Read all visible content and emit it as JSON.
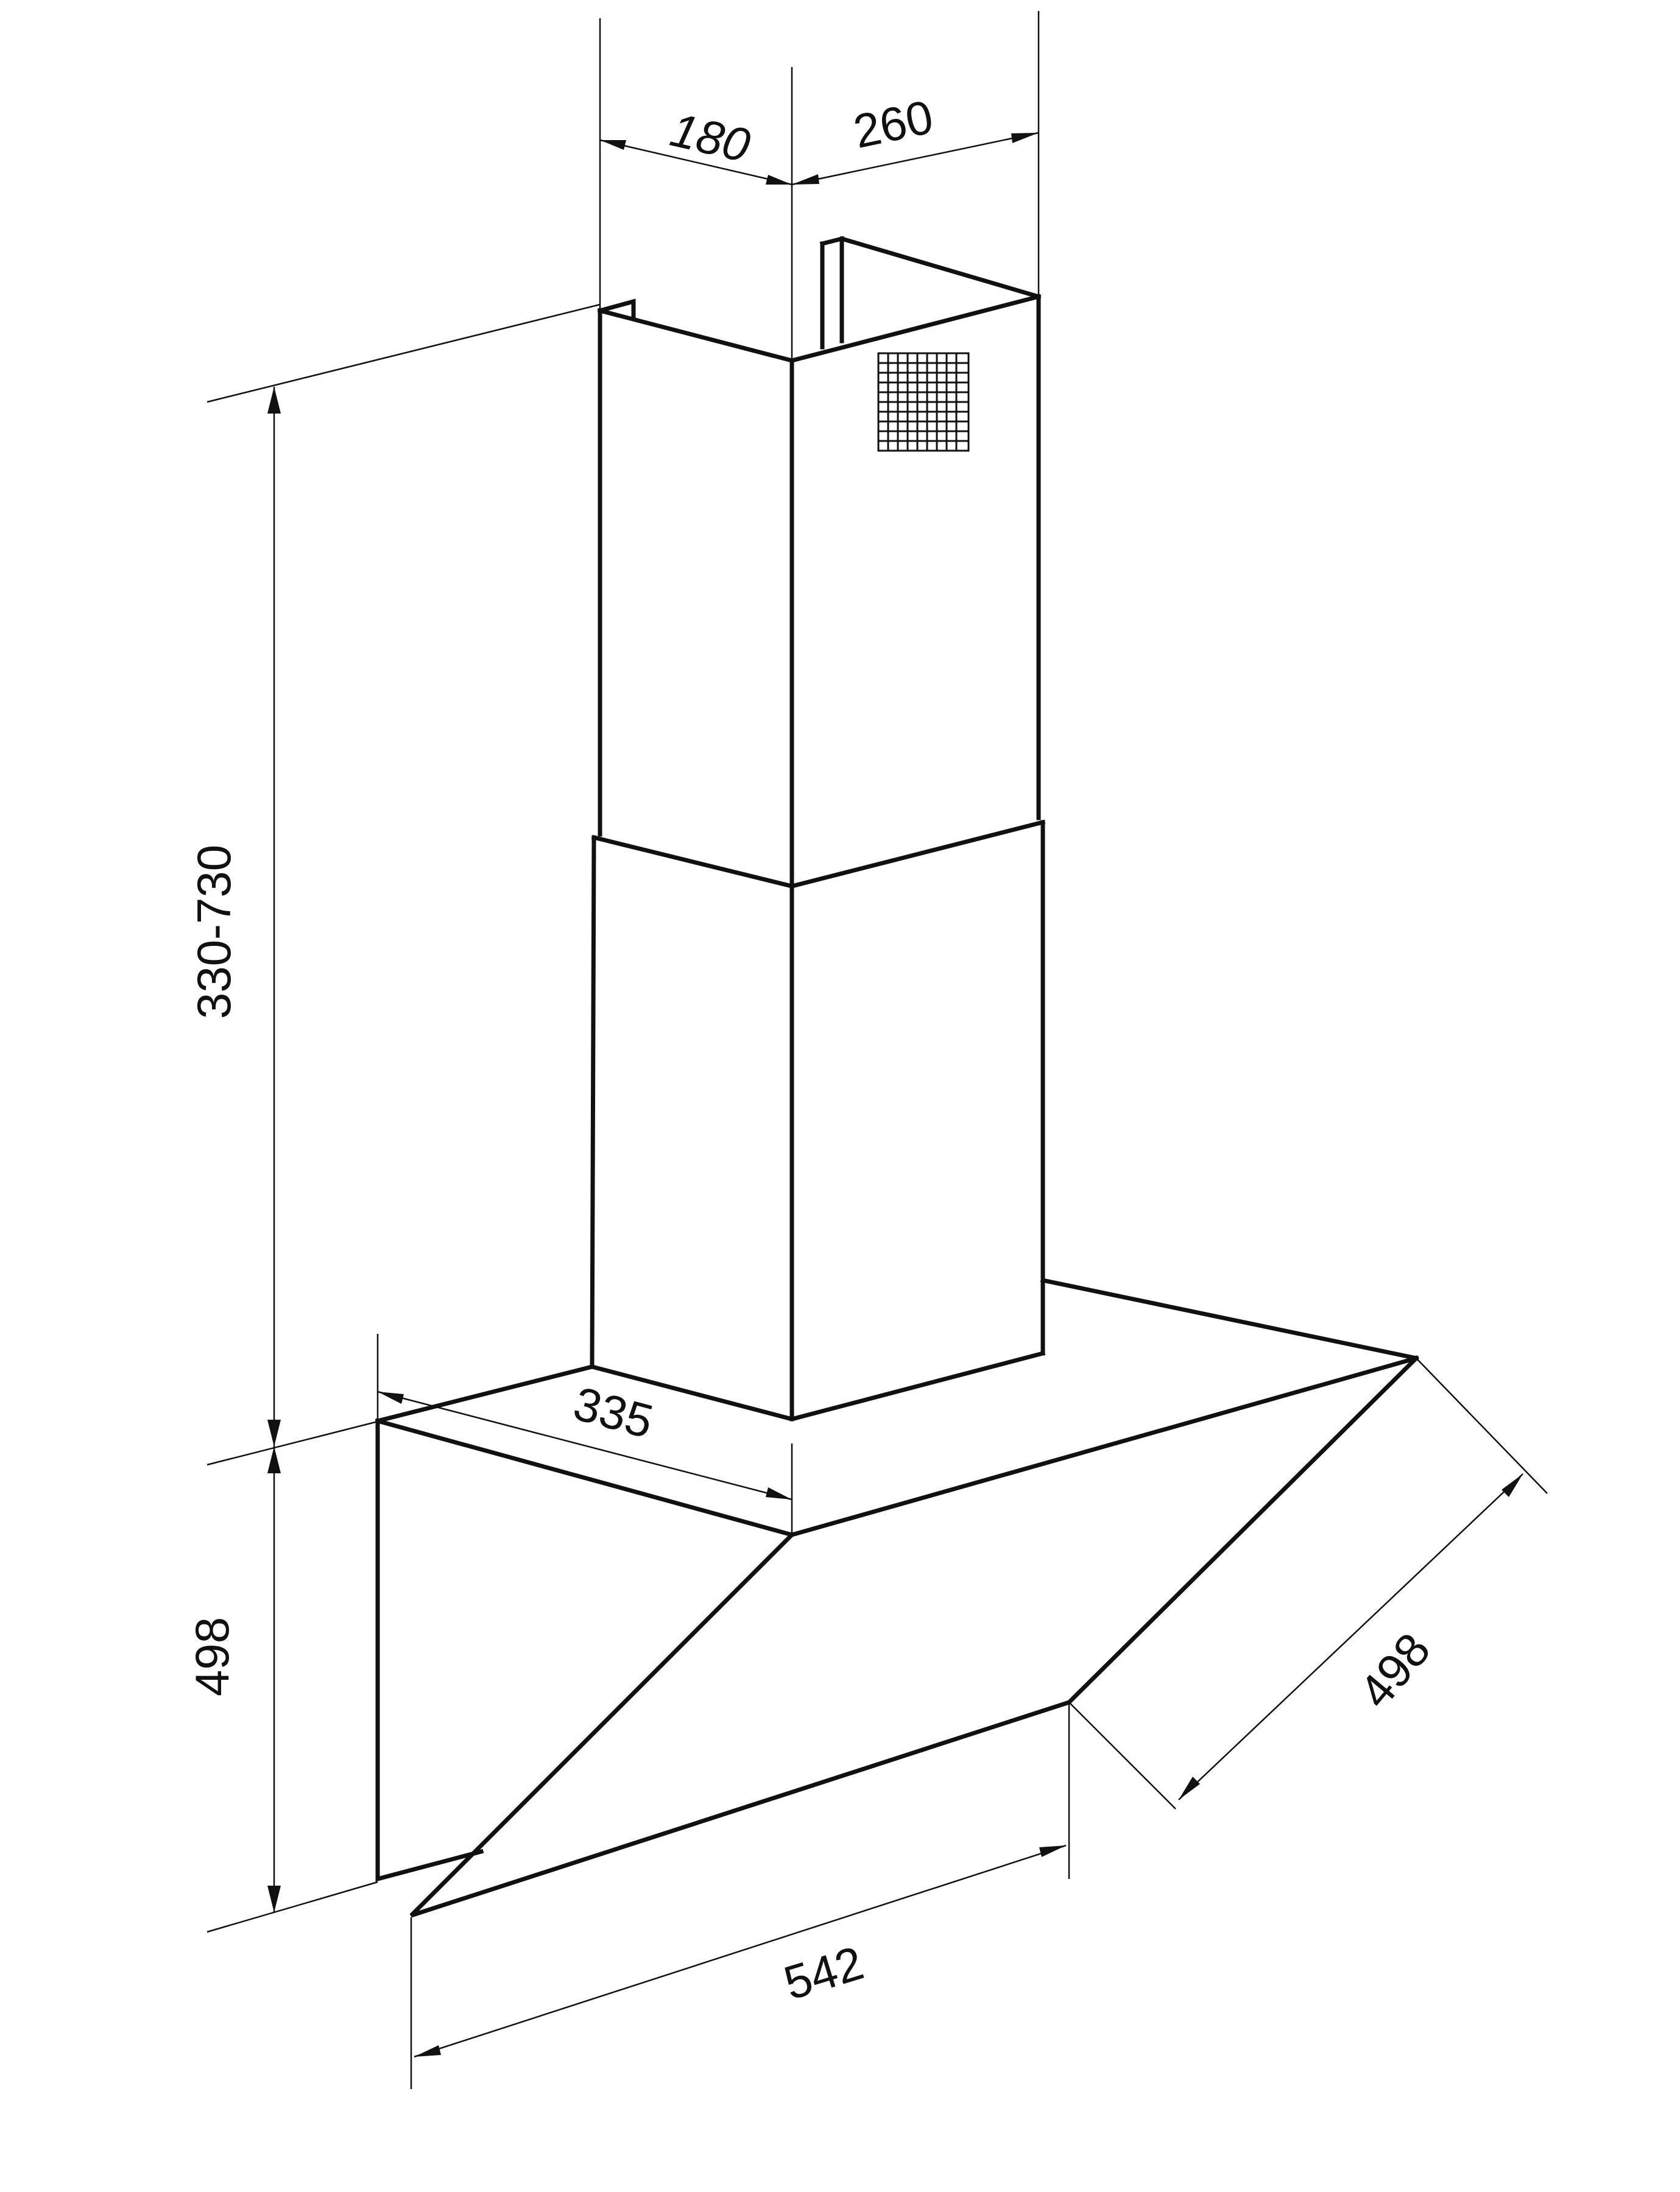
{
  "diagram": {
    "colors": {
      "line": "#111111",
      "background": "#ffffff"
    },
    "dimensions": {
      "chimney_depth": "180",
      "chimney_width": "260",
      "chimney_height": "330-730",
      "hood_height": "498",
      "hood_body_depth": "335",
      "hood_width": "542",
      "hood_diagonal_depth": "498"
    }
  }
}
